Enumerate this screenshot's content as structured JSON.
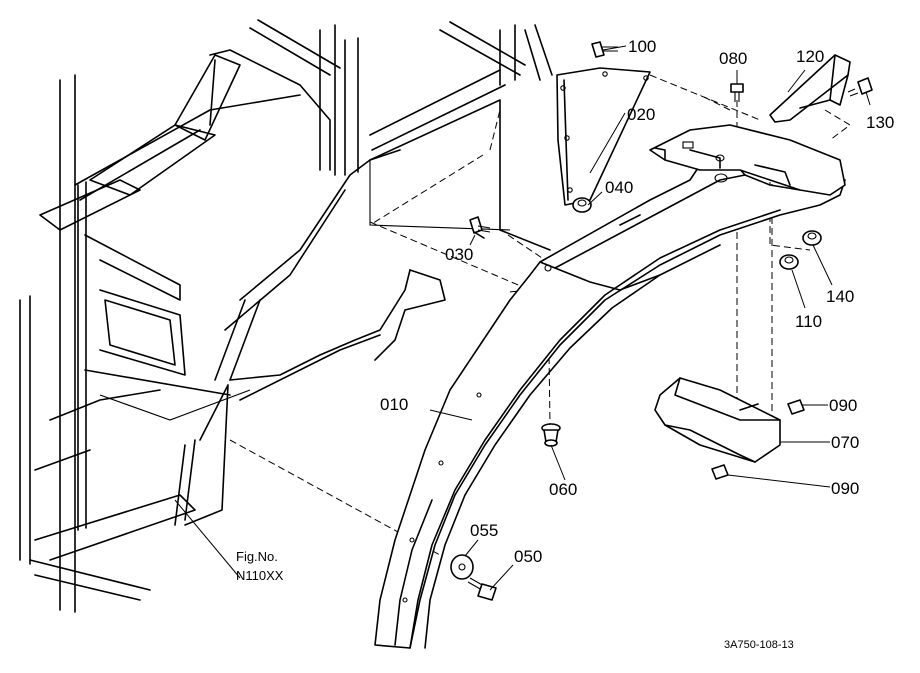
{
  "figure": {
    "fig_no_label": "Fig.No.",
    "fig_no_value": "N110XX",
    "drawing_ref": "3A750-108-13"
  },
  "parts": [
    {
      "id": "p010",
      "label": "010"
    },
    {
      "id": "p020",
      "label": "020"
    },
    {
      "id": "p030",
      "label": "030"
    },
    {
      "id": "p040",
      "label": "040"
    },
    {
      "id": "p050",
      "label": "050"
    },
    {
      "id": "p055",
      "label": "055"
    },
    {
      "id": "p060",
      "label": "060"
    },
    {
      "id": "p070",
      "label": "070"
    },
    {
      "id": "p080",
      "label": "080"
    },
    {
      "id": "p090a",
      "label": "090"
    },
    {
      "id": "p090b",
      "label": "090"
    },
    {
      "id": "p100",
      "label": "100"
    },
    {
      "id": "p110",
      "label": "110"
    },
    {
      "id": "p120",
      "label": "120"
    },
    {
      "id": "p130",
      "label": "130"
    },
    {
      "id": "p140",
      "label": "140"
    }
  ]
}
